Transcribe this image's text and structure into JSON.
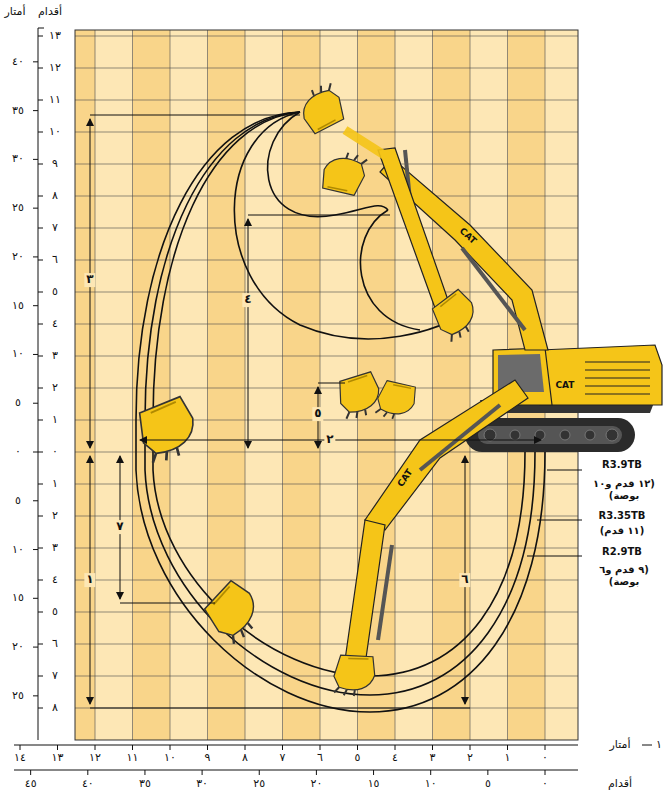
{
  "diagram": {
    "labels": [
      "أمتار",
      "أقدام",
      "١٣",
      "١٢",
      "١١",
      "١٠",
      "٩",
      "٨",
      "٧",
      "٦",
      "٥",
      "٤",
      "٣",
      "٢",
      "١",
      "٠",
      "١",
      "٢",
      "٣",
      "٤",
      "٥",
      "٦",
      "٧",
      "٨",
      "٤٠",
      "٣٥",
      "٣٠",
      "٢٥",
      "٢٠",
      "١٥",
      "١٠",
      "٥",
      "٠",
      "٥",
      "١٠",
      "١٥",
      "٢٠",
      "٢٥",
      "١٤",
      "١٣",
      "١٢",
      "١١",
      "١٠",
      "٩",
      "٨",
      "٧",
      "٦",
      "٥",
      "٤",
      "٣",
      "٢",
      "١",
      "٠",
      "أمتار",
      "١",
      "٤٥",
      "٤٠",
      "٣٥",
      "٣٠",
      "٢٥",
      "٢٠",
      "١٥",
      "١٠",
      "٥",
      "٠",
      "أقدام",
      "٣",
      "٤",
      "٥",
      "٢",
      "١",
      "٧",
      "٦",
      "R3.9TB",
      "(١٢ قدم و١٠ بوصة)",
      "R3.35TB",
      "(١١ قدم)",
      "R2.9TB",
      "(٩ قدم و٦ بوصة)",
      "CAT",
      "CAT",
      "CAT"
    ]
  }
}
